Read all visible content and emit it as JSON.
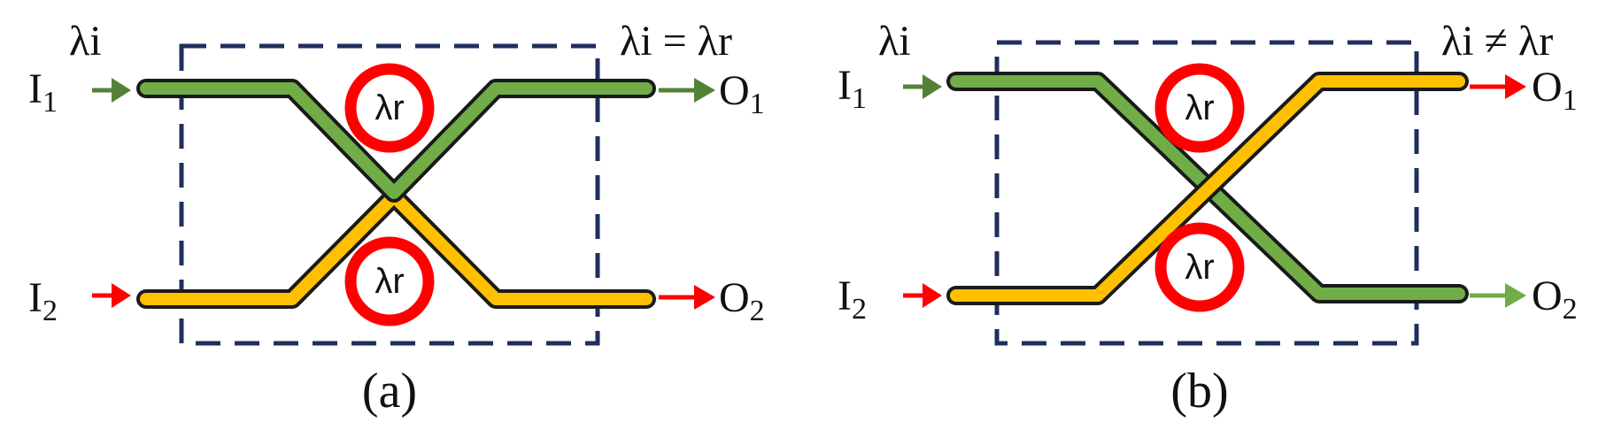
{
  "panels": [
    {
      "caption": "(a)",
      "input_wavelength": "λi",
      "condition": "λi = λr",
      "in1": {
        "letter": "I",
        "sub": "1"
      },
      "in2": {
        "letter": "I",
        "sub": "2"
      },
      "out1": {
        "letter": "O",
        "sub": "1"
      },
      "out2": {
        "letter": "O",
        "sub": "2"
      },
      "ring_top": "λr",
      "ring_bottom": "λr",
      "state": "drop"
    },
    {
      "caption": "(b)",
      "input_wavelength": "λi",
      "condition": "λi ≠ λr",
      "in1": {
        "letter": "I",
        "sub": "1"
      },
      "in2": {
        "letter": "I",
        "sub": "2"
      },
      "out1": {
        "letter": "O",
        "sub": "1"
      },
      "out2": {
        "letter": "O",
        "sub": "2"
      },
      "ring_top": "λr",
      "ring_bottom": "λr",
      "state": "cross"
    }
  ],
  "colors": {
    "green_wave": "#70ad47",
    "yellow_wave": "#ffc000",
    "waveguide_outline": "#1a1a1a",
    "ring": "#ff0000",
    "box_dash": "#1f2f5e",
    "arrow_green": "#548235",
    "arrow_green_light": "#70ad47",
    "arrow_red": "#ff0000"
  }
}
